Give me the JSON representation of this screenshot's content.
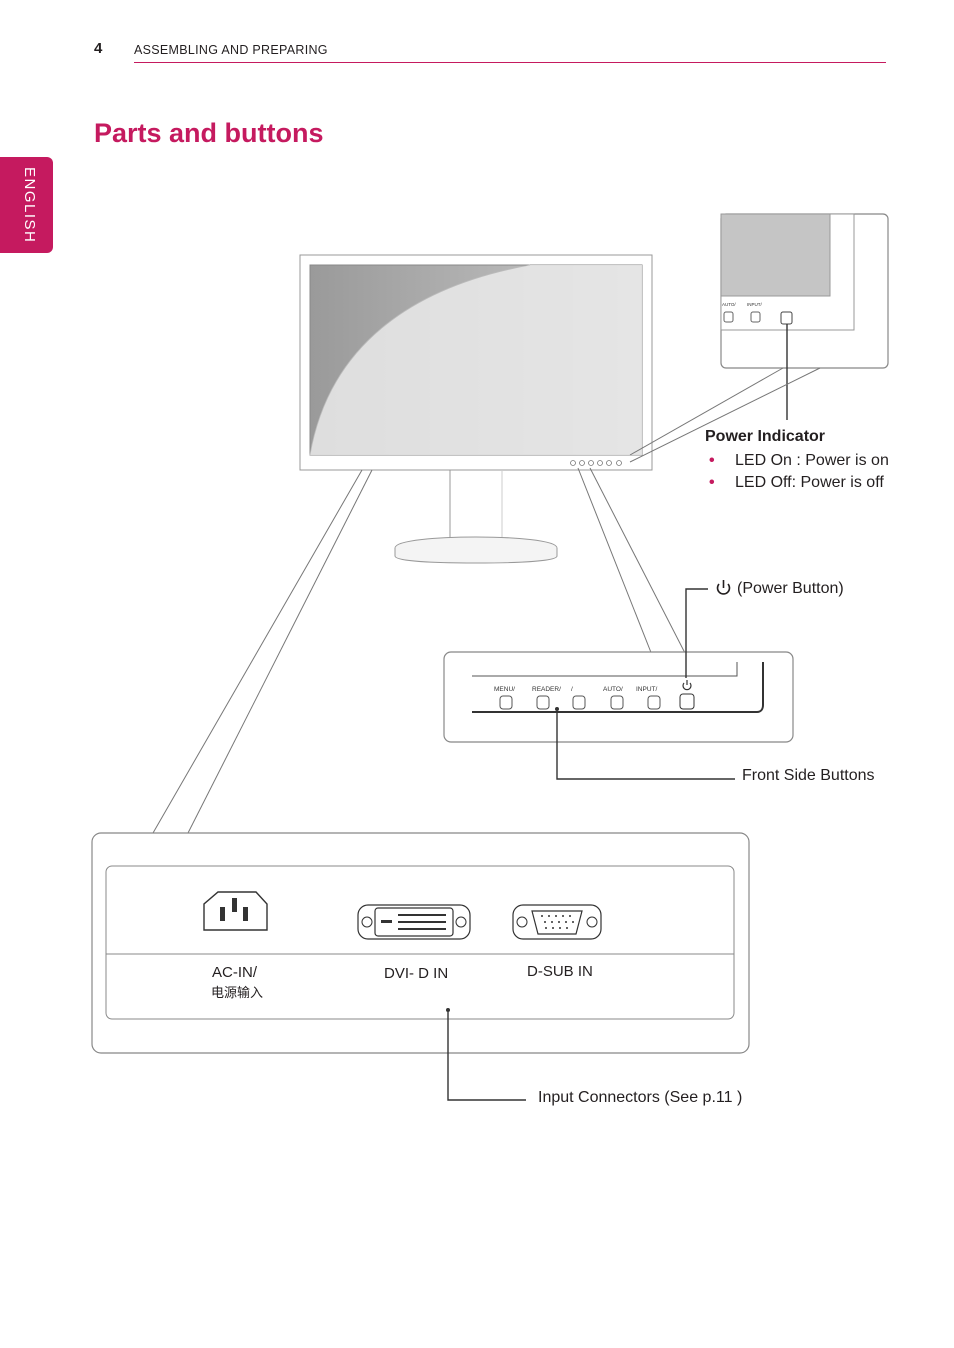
{
  "header": {
    "page_number": "4",
    "section": "ASSEMBLING AND PREPARING"
  },
  "language_tab": "ENGLISH",
  "title": "Parts and buttons",
  "power_indicator": {
    "title": "Power Indicator",
    "bullets": [
      "LED On : Power is on",
      "LED Off: Power is off"
    ]
  },
  "power_button_label": "(Power Button)",
  "front_side_buttons_label": "Front Side Buttons",
  "input_connectors_label": "Input Connectors (See p.11 )",
  "ports": {
    "ac_in": "AC-IN/",
    "ac_in_cn": "电源输入",
    "dvi": "DVI- D IN",
    "dsub": "D-SUB IN"
  },
  "button_labels": [
    "MENU/",
    "READER/",
    "/",
    "AUTO/",
    "INPUT/"
  ],
  "button_labels_small": [
    "AUTO/",
    "INPUT/"
  ],
  "colors": {
    "accent": "#c51a5f"
  }
}
